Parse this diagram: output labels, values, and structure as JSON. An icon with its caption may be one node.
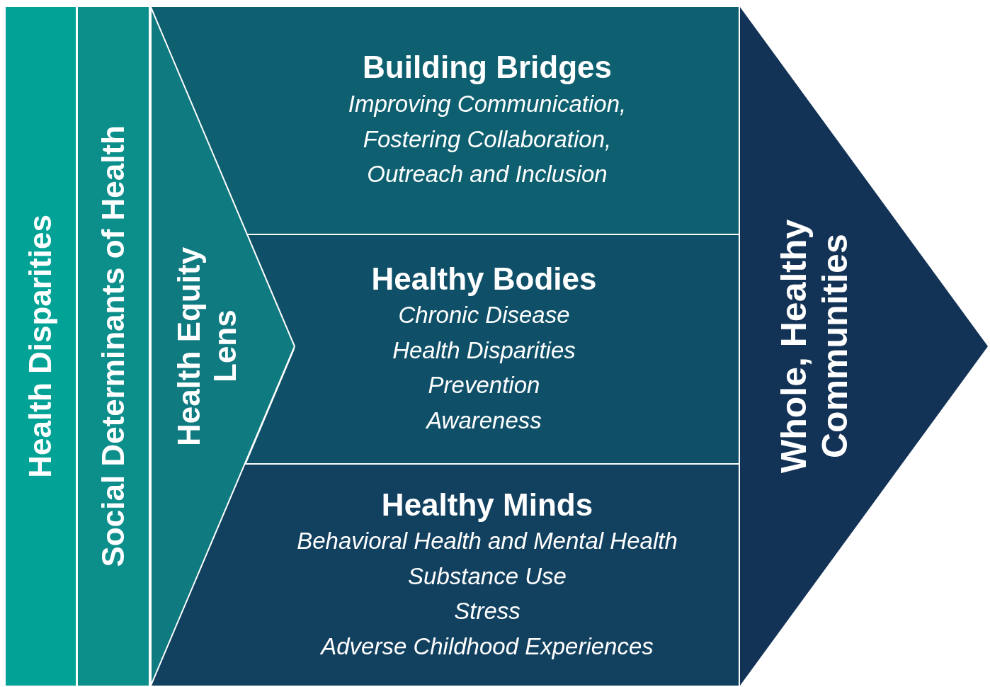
{
  "diagram": {
    "nodes": [
      {
        "text": [
          "Health Disparities"
        ]
      },
      {
        "text": [
          "Social Determinants of Health"
        ]
      },
      {
        "text": [
          "Health Equity Lens"
        ]
      },
      {
        "text": [
          "Building Bridges",
          "Improving Communication,",
          "Fostering Collaboration,",
          "Outreach and Inclusion"
        ]
      },
      {
        "text": [
          "Healthy Bodies",
          "Chronic Disease",
          "Health Disparities",
          "Prevention",
          "Awareness"
        ]
      },
      {
        "text": [
          "Healthy Minds",
          "Behavioral Health and Mental Health",
          "Substance Use",
          "Stress",
          "Adverse Childhood Experiences"
        ]
      },
      {
        "text": [
          "Whole, Healthy Communities"
        ]
      }
    ]
  }
}
